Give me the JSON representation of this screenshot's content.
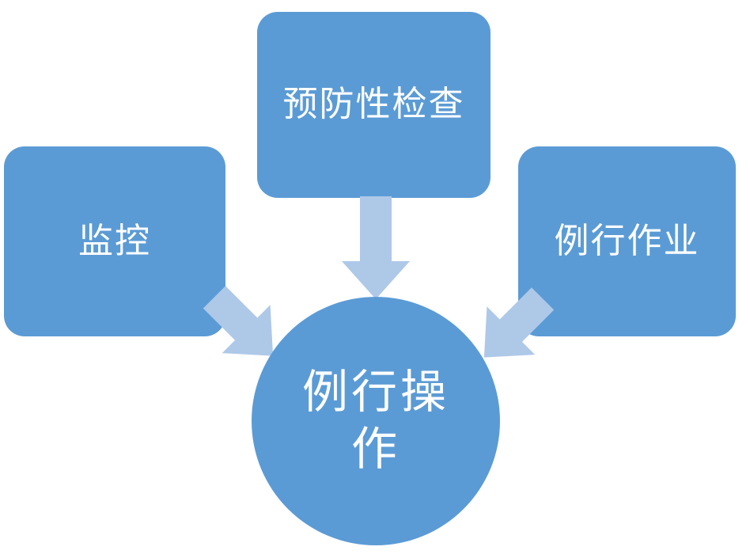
{
  "diagram": {
    "background": "#ffffff",
    "box_color": "#5b9bd5",
    "arrow_color": "#aec8e8",
    "text_color": "#ffffff",
    "nodes": {
      "left": {
        "label": "监控"
      },
      "top": {
        "label": "预防性检查"
      },
      "right": {
        "label": "例行作业"
      },
      "center": {
        "label": "例行操作"
      }
    },
    "arrows": [
      {
        "name": "top-to-center",
        "direction": "down"
      },
      {
        "name": "left-to-center",
        "direction": "down-right"
      },
      {
        "name": "right-to-center",
        "direction": "down-left"
      }
    ]
  }
}
